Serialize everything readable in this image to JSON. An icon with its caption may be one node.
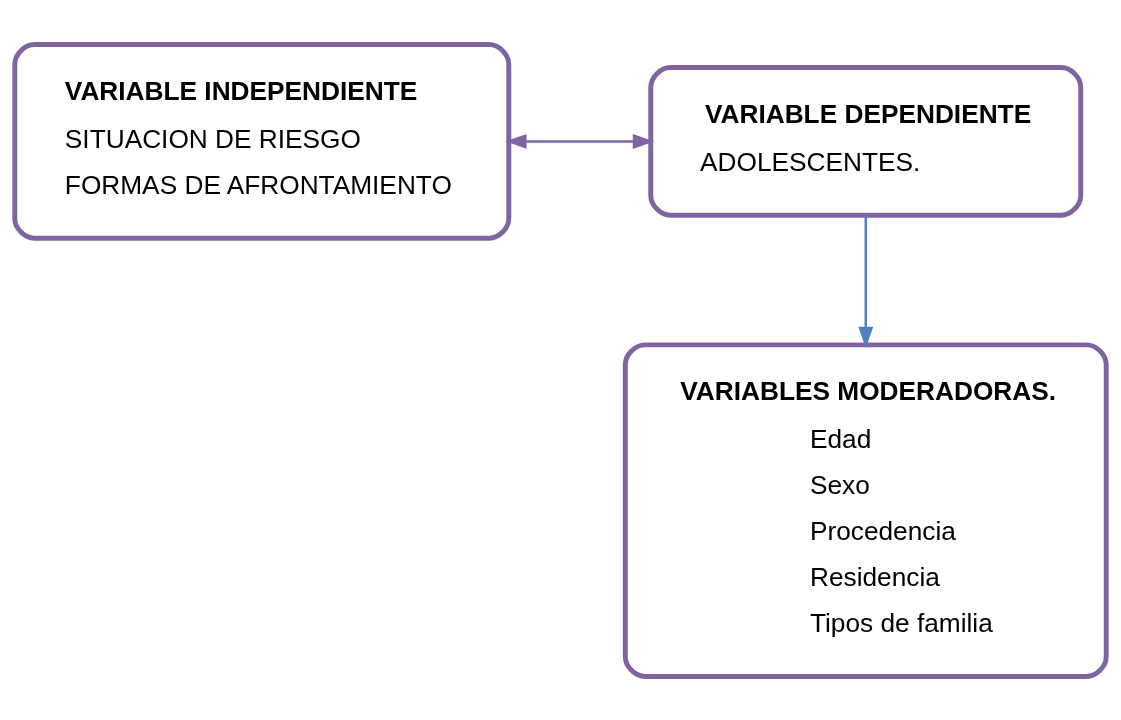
{
  "diagram": {
    "nodes": [
      {
        "text": [
          "VARIABLE INDEPENDIENTE",
          "SITUACION DE RIESGO",
          "FORMAS DE AFRONTAMIENTO"
        ]
      },
      {
        "text": [
          "VARIABLE DEPENDIENTE",
          "ADOLESCENTES."
        ]
      },
      {
        "text": [
          "VARIABLES MODERADORAS.",
          "Edad",
          "Sexo",
          "Procedencia",
          "Residencia",
          "Tipos de familia"
        ]
      }
    ],
    "edges": [
      {
        "from": 0,
        "to": 1,
        "arrow": "both",
        "color": "#8064a2"
      },
      {
        "from": 1,
        "to": 2,
        "arrow": "to",
        "color": "#4f81bd"
      }
    ]
  }
}
